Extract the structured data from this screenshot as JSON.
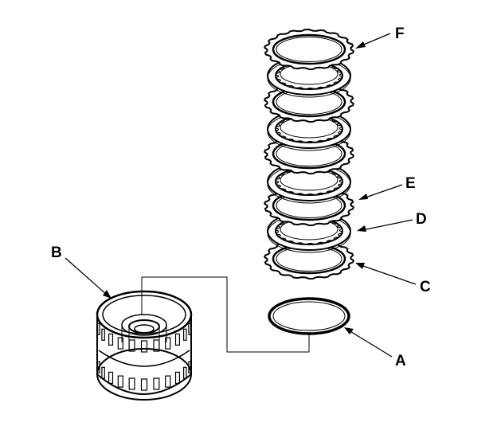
{
  "diagram": {
    "labels": {
      "a": "A",
      "b": "B",
      "c": "C",
      "d": "D",
      "e": "E",
      "f": "F"
    },
    "colors": {
      "ink": "#000000",
      "background": "#ffffff"
    }
  }
}
